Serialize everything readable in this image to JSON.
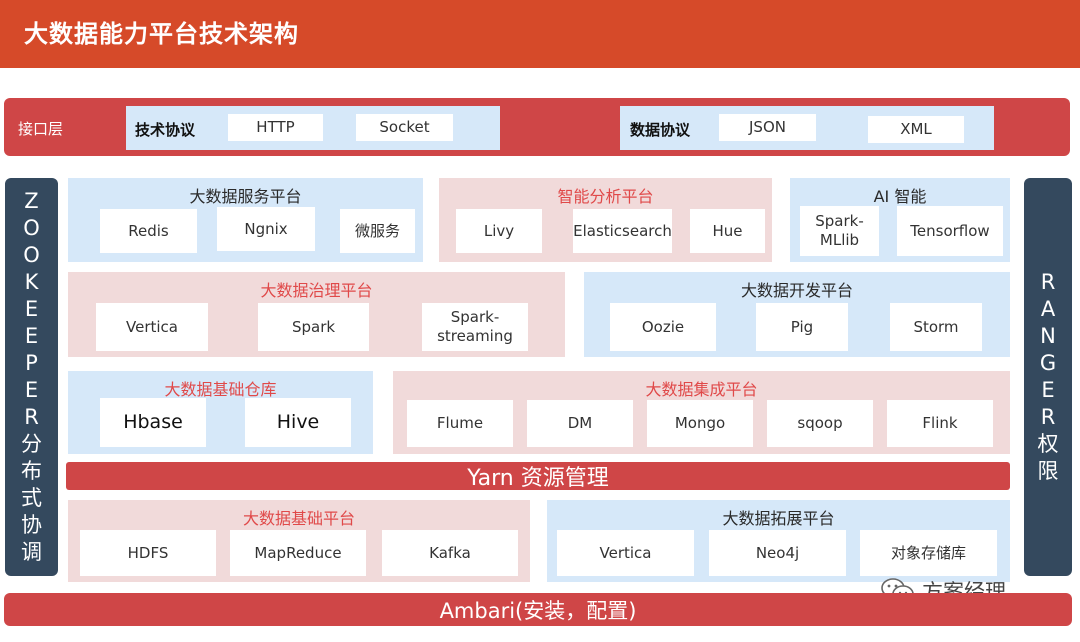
{
  "header": {
    "title": "大数据能力平台技术架构"
  },
  "interface": {
    "label": "接口层",
    "tech": {
      "label": "技术协议",
      "items": [
        "HTTP",
        "Socket"
      ]
    },
    "data": {
      "label": "数据协议",
      "items": [
        "JSON",
        "XML"
      ]
    }
  },
  "left_col": {
    "chars": [
      "Z",
      "O",
      "O",
      "K",
      "E",
      "E",
      "P",
      "E",
      "R",
      "分",
      "布",
      "式",
      "协",
      "调"
    ]
  },
  "right_col": {
    "chars": [
      "R",
      "A",
      "N",
      "G",
      "E",
      "R",
      "权",
      "限"
    ]
  },
  "groups": {
    "service": {
      "title": "大数据服务平台",
      "items": [
        "Redis",
        "Ngnix",
        "微服务"
      ]
    },
    "analysis": {
      "title": "智能分析平台",
      "items": [
        "Livy",
        "Elasticsearch",
        "Hue"
      ]
    },
    "ai": {
      "title": "AI 智能",
      "items": [
        "Spark-MLlib",
        "Tensorflow"
      ]
    },
    "governance": {
      "title": "大数据治理平台",
      "items": [
        "Vertica",
        "Spark",
        "Spark-streaming"
      ]
    },
    "dev": {
      "title": "大数据开发平台",
      "items": [
        "Oozie",
        "Pig",
        "Storm"
      ]
    },
    "warehouse": {
      "title": "大数据基础仓库",
      "items": [
        "Hbase",
        "Hive"
      ]
    },
    "integration": {
      "title": "大数据集成平台",
      "items": [
        "Flume",
        "DM",
        "Mongo",
        "sqoop",
        "Flink"
      ]
    },
    "base": {
      "title": "大数据基础平台",
      "items": [
        "HDFS",
        "MapReduce",
        "Kafka"
      ]
    },
    "extend": {
      "title": "大数据拓展平台",
      "items": [
        "Vertica",
        "Neo4j",
        "对象存储库"
      ]
    }
  },
  "yarn": {
    "label": "Yarn 资源管理"
  },
  "ambari": {
    "label": "Ambari(安装，配置)"
  },
  "watermark": {
    "text": "方案经理",
    "icon": "wechat-icon"
  },
  "colors": {
    "header": "#d64a29",
    "bar": "#cf4647",
    "side": "#34495e",
    "blue_group": "#d6e8f9",
    "pink_group": "#f1dada",
    "red_title": "#e04949"
  }
}
